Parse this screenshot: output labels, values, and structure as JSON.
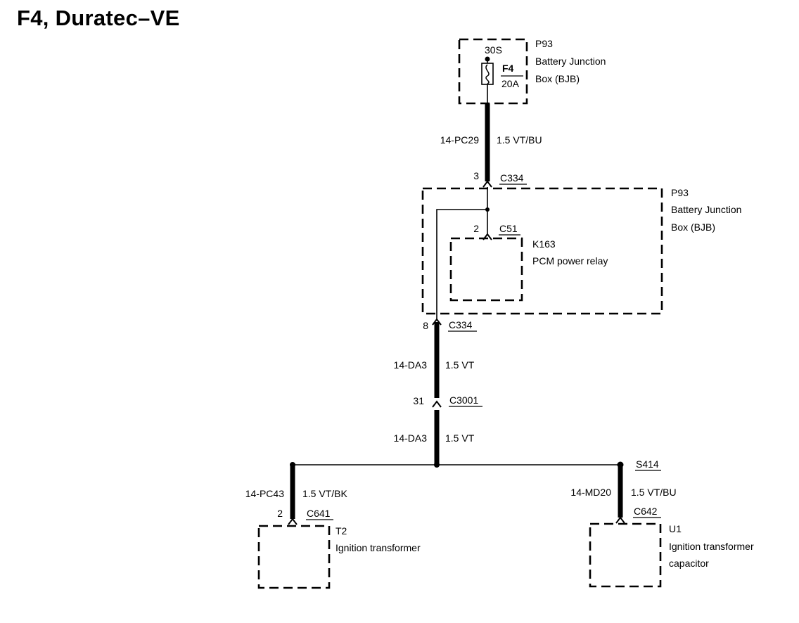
{
  "title": "F4, Duratec–VE",
  "bjb_top": {
    "id": "P93",
    "name_line1": "Battery Junction",
    "name_line2": "Box (BJB)",
    "terminal": "30S",
    "fuse_id": "F4",
    "fuse_rating": "20A"
  },
  "wire_pc29": {
    "circuit": "14-PC29",
    "spec": "1.5 VT/BU"
  },
  "bjb_main": {
    "id": "P93",
    "name_line1": "Battery Junction",
    "name_line2": "Box (BJB)",
    "connector_top": "C334",
    "pin_top": "3",
    "connector_bottom": "C334",
    "pin_bottom": "8"
  },
  "relay": {
    "id": "K163",
    "name": "PCM power relay",
    "connector": "C51",
    "pin": "2"
  },
  "wire_da3_upper": {
    "circuit": "14-DA3",
    "spec": "1.5 VT"
  },
  "inline_connector": {
    "connector": "C3001",
    "pin": "31"
  },
  "wire_da3_lower": {
    "circuit": "14-DA3",
    "spec": "1.5 VT"
  },
  "splice": {
    "id": "S414"
  },
  "wire_pc43": {
    "circuit": "14-PC43",
    "spec": "1.5 VT/BK"
  },
  "wire_md20": {
    "circuit": "14-MD20",
    "spec": "1.5 VT/BU"
  },
  "transformer": {
    "id": "T2",
    "name": "Ignition transformer",
    "connector": "C641",
    "pin": "2"
  },
  "capacitor": {
    "id": "U1",
    "name_line1": "Ignition transformer",
    "name_line2": "capacitor",
    "connector": "C642"
  }
}
